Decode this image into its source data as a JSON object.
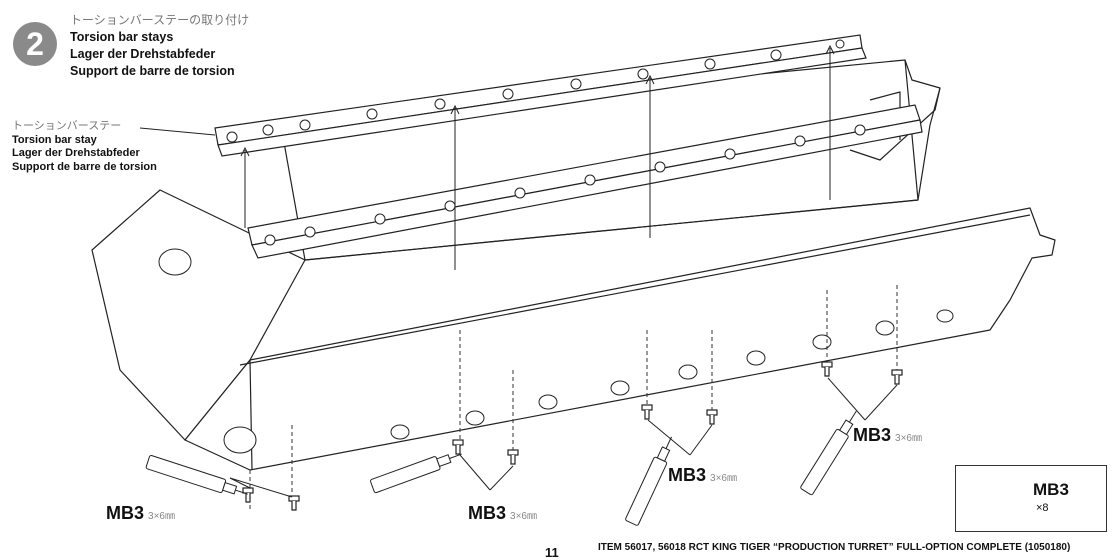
{
  "step": {
    "number": "2",
    "title_jp": "トーションバーステーの取り付け",
    "title_en": "Torsion bar stays",
    "title_de": "Lager der Drehstabfeder",
    "title_fr": "Support de barre de torsion"
  },
  "callout": {
    "jp": "トーションバーステー",
    "en": "Torsion bar stay",
    "de": "Lager der Drehstabfeder",
    "fr": "Support de barre de torsion"
  },
  "parts": {
    "left": {
      "code": "MB3",
      "size": "3×6㎜"
    },
    "center": {
      "code": "MB3",
      "size": "3×6㎜"
    },
    "middle_right": {
      "code": "MB3",
      "size": "3×6㎜"
    },
    "right": {
      "code": "MB3",
      "size": "3×6㎜"
    }
  },
  "legend": {
    "code": "MB3",
    "quantity": "×8"
  },
  "footer": {
    "page_number": "11",
    "item_text": "ITEM 56017, 56018  RCT KING TIGER “PRODUCTION TURRET” FULL-OPTION COMPLETE (1050180)"
  }
}
